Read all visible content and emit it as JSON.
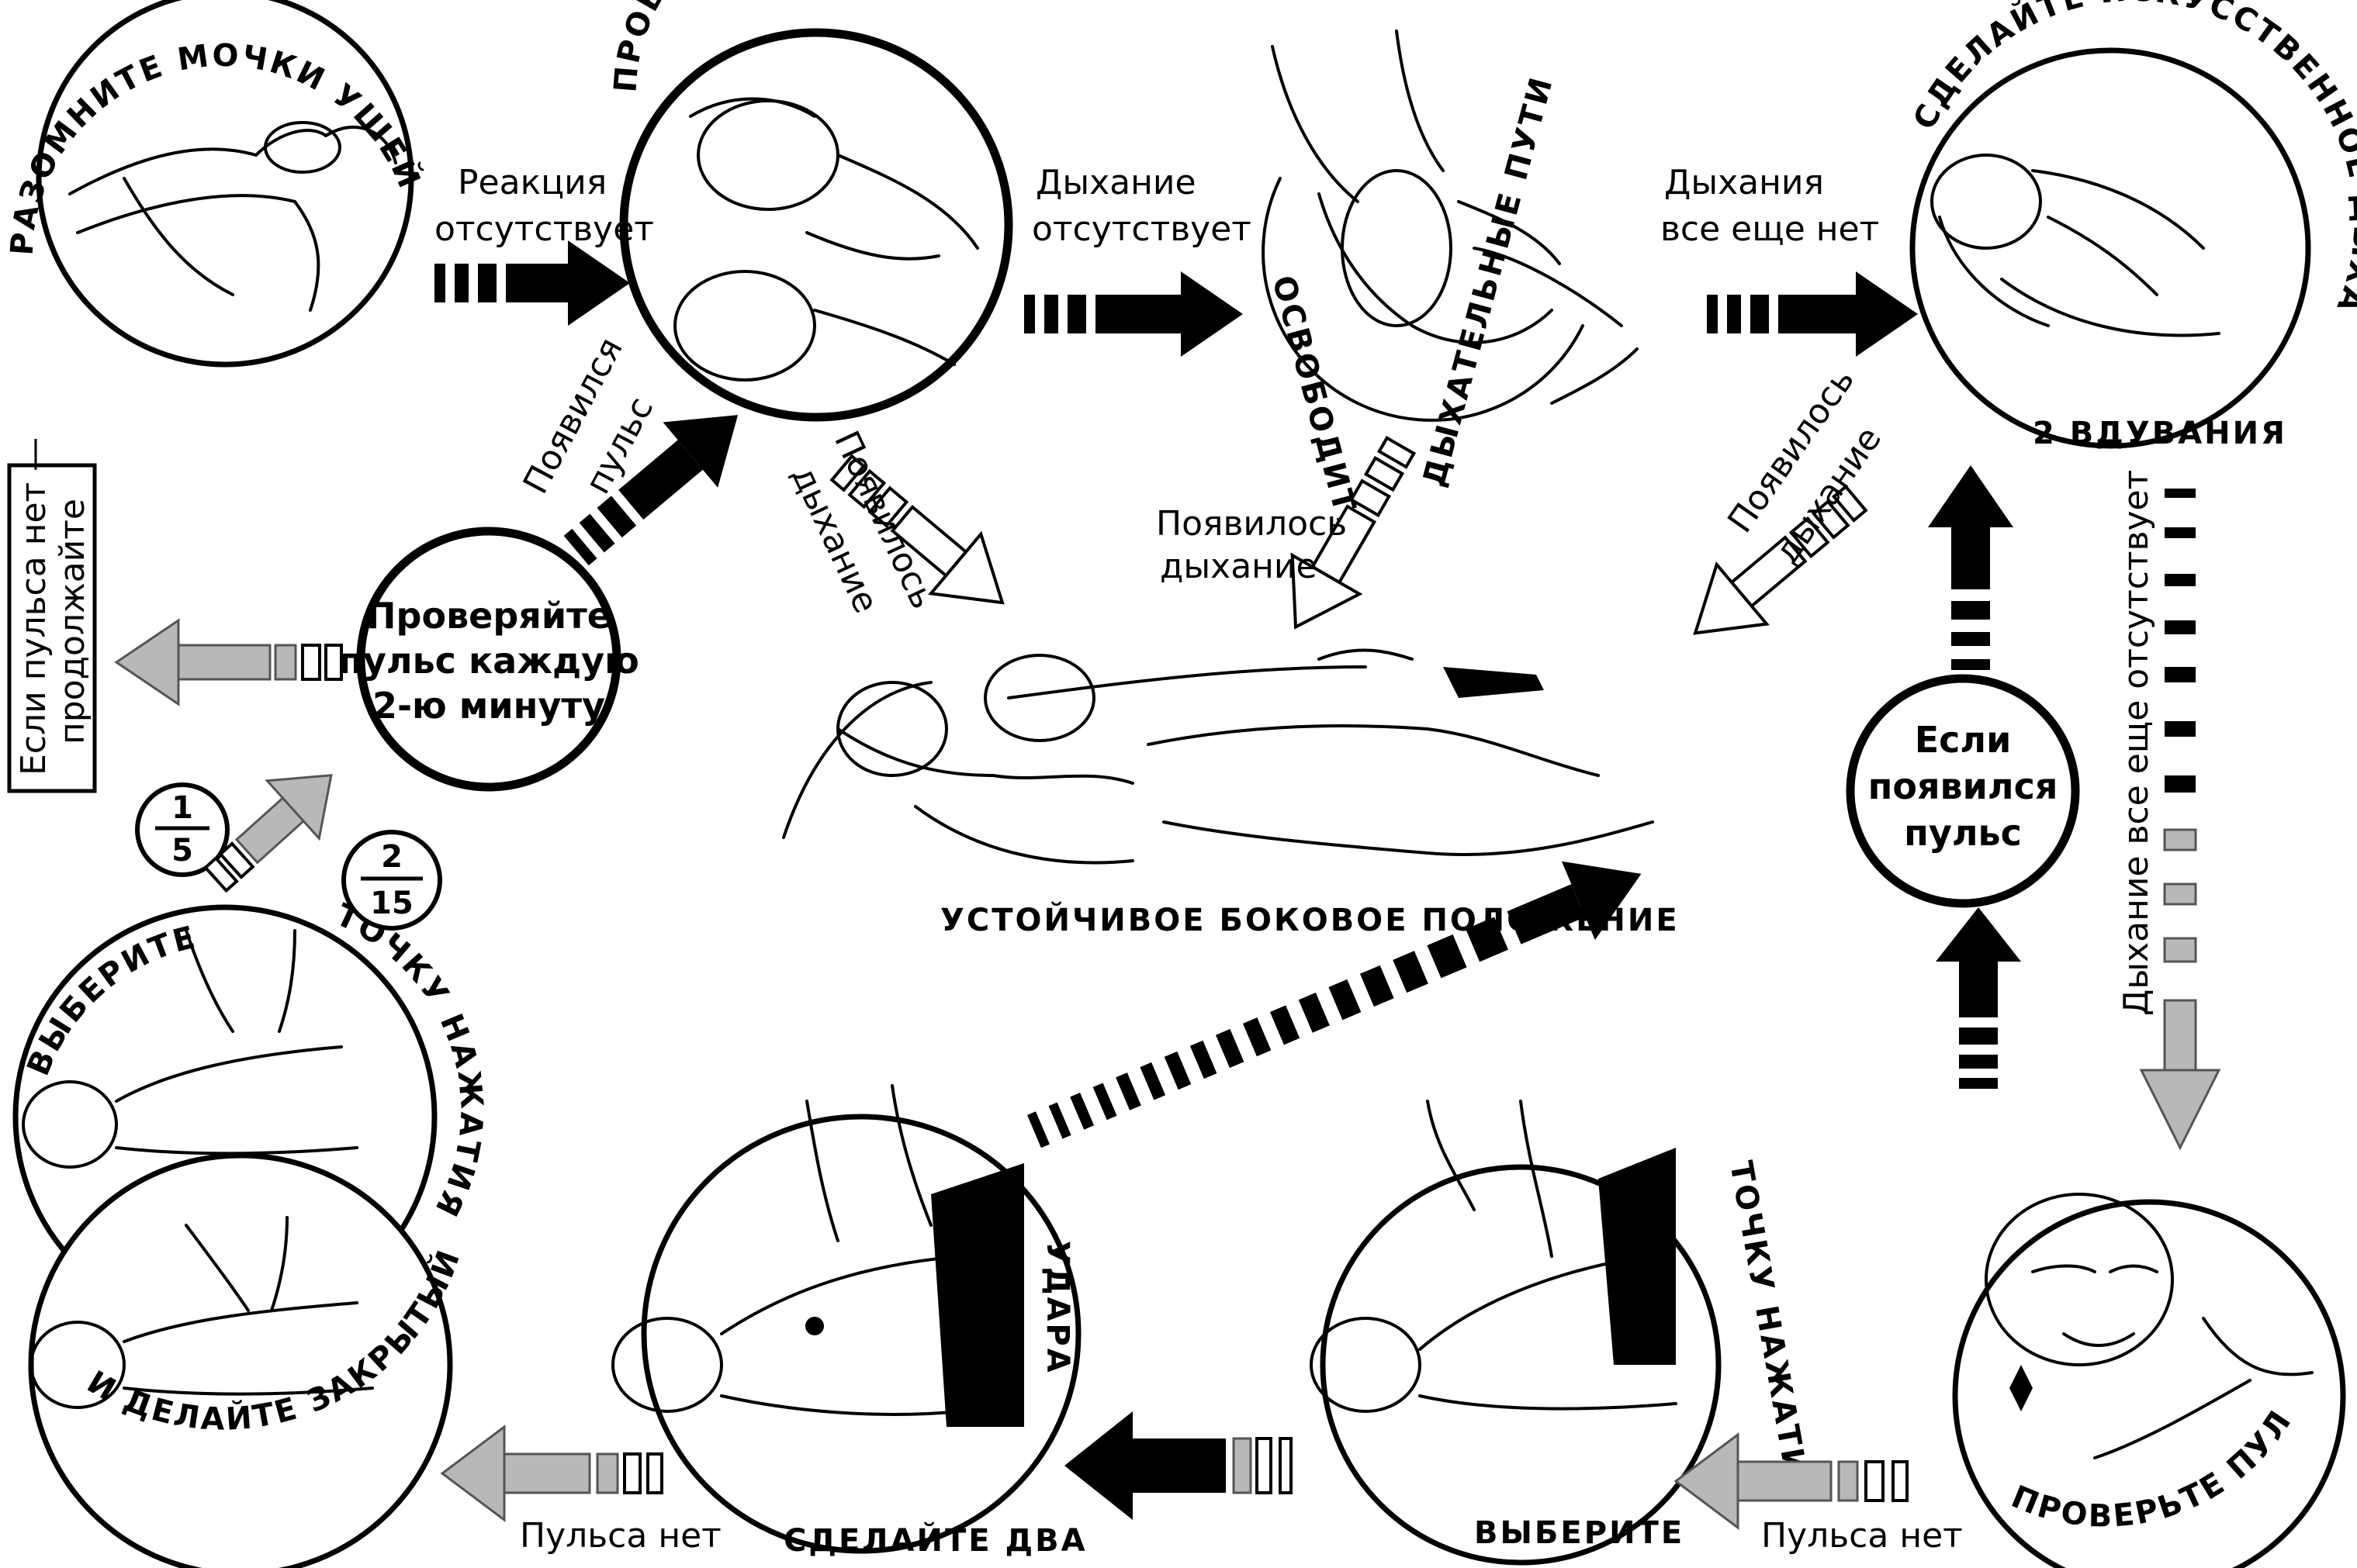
{
  "steps": {
    "rub_ears": "РАЗОМНИТЕ МОЧКИ УШЕЙ",
    "check_breathing": "ПРОВЕРЬТЕ ДЫХАНИЕ",
    "clear_airways_1": "ОСВОБОДИТЕ",
    "clear_airways_2": "ДЫХАТЕЛЬНЫЕ ПУТИ",
    "rescue_breathing": "СДЕЛАЙТЕ ИСКУССТВЕННОЕ ДЫХАНИЕ",
    "two_breaths": "2 ВДУВАНИЯ",
    "recovery_position": "УСТОЙЧИВОЕ БОКОВОЕ ПОЛОЖЕНИЕ",
    "check_pulse": "ПРОВЕРЬТЕ ПУЛЬС",
    "choose_1": "ВЫБЕРИТЕ",
    "pressure_point_1": "ТОЧКУ НАЖАТИЯ",
    "make_two": "СДЕЛАЙТЕ ДВА",
    "strikes": "УДАРА",
    "choose_2": "ВЫБЕРИТЕ",
    "pressure_point_2": "ТОЧКУ НАЖАТИЯ",
    "cardiac_massage": "И ДЕЛАЙТЕ ЗАКРЫТЫЙ МАССАЖ СЕРДЦА"
  },
  "transitions": {
    "no_reaction_1": "Реакция",
    "no_reaction_2": "отсутствует",
    "no_breathing_1": "Дыхание",
    "no_breathing_2": "отсутствует",
    "still_no_breathing_1": "Дыхания",
    "still_no_breathing_2": "все еще нет",
    "breathing_appeared_left_1": "Появилось",
    "breathing_appeared_left_2": "дыхание",
    "breathing_appeared_mid_1": "Появилось",
    "breathing_appeared_mid_2": "дыхание",
    "breathing_appeared_right_1": "Появилось",
    "breathing_appeared_right_2": "дыхание",
    "pulse_appeared_1": "Появился",
    "pulse_appeared_2": "пульс",
    "breathing_still_absent": "Дыхание все еще отсутствует",
    "no_pulse_1": "Пульса нет",
    "no_pulse_2": "Пульса нет"
  },
  "hubs": {
    "check_pulse_line1": "Проверяйте",
    "check_pulse_line2": "пульс каждую",
    "check_pulse_line3": "2-ю минуту",
    "if_pulse_line1": "Если",
    "if_pulse_line2": "появился",
    "if_pulse_line3": "пульс"
  },
  "side_note": {
    "line1": "Если пульса нет —",
    "line2": "продолжайте"
  },
  "ratios": [
    {
      "num": "1",
      "den": "5"
    },
    {
      "num": "2",
      "den": "15"
    }
  ]
}
